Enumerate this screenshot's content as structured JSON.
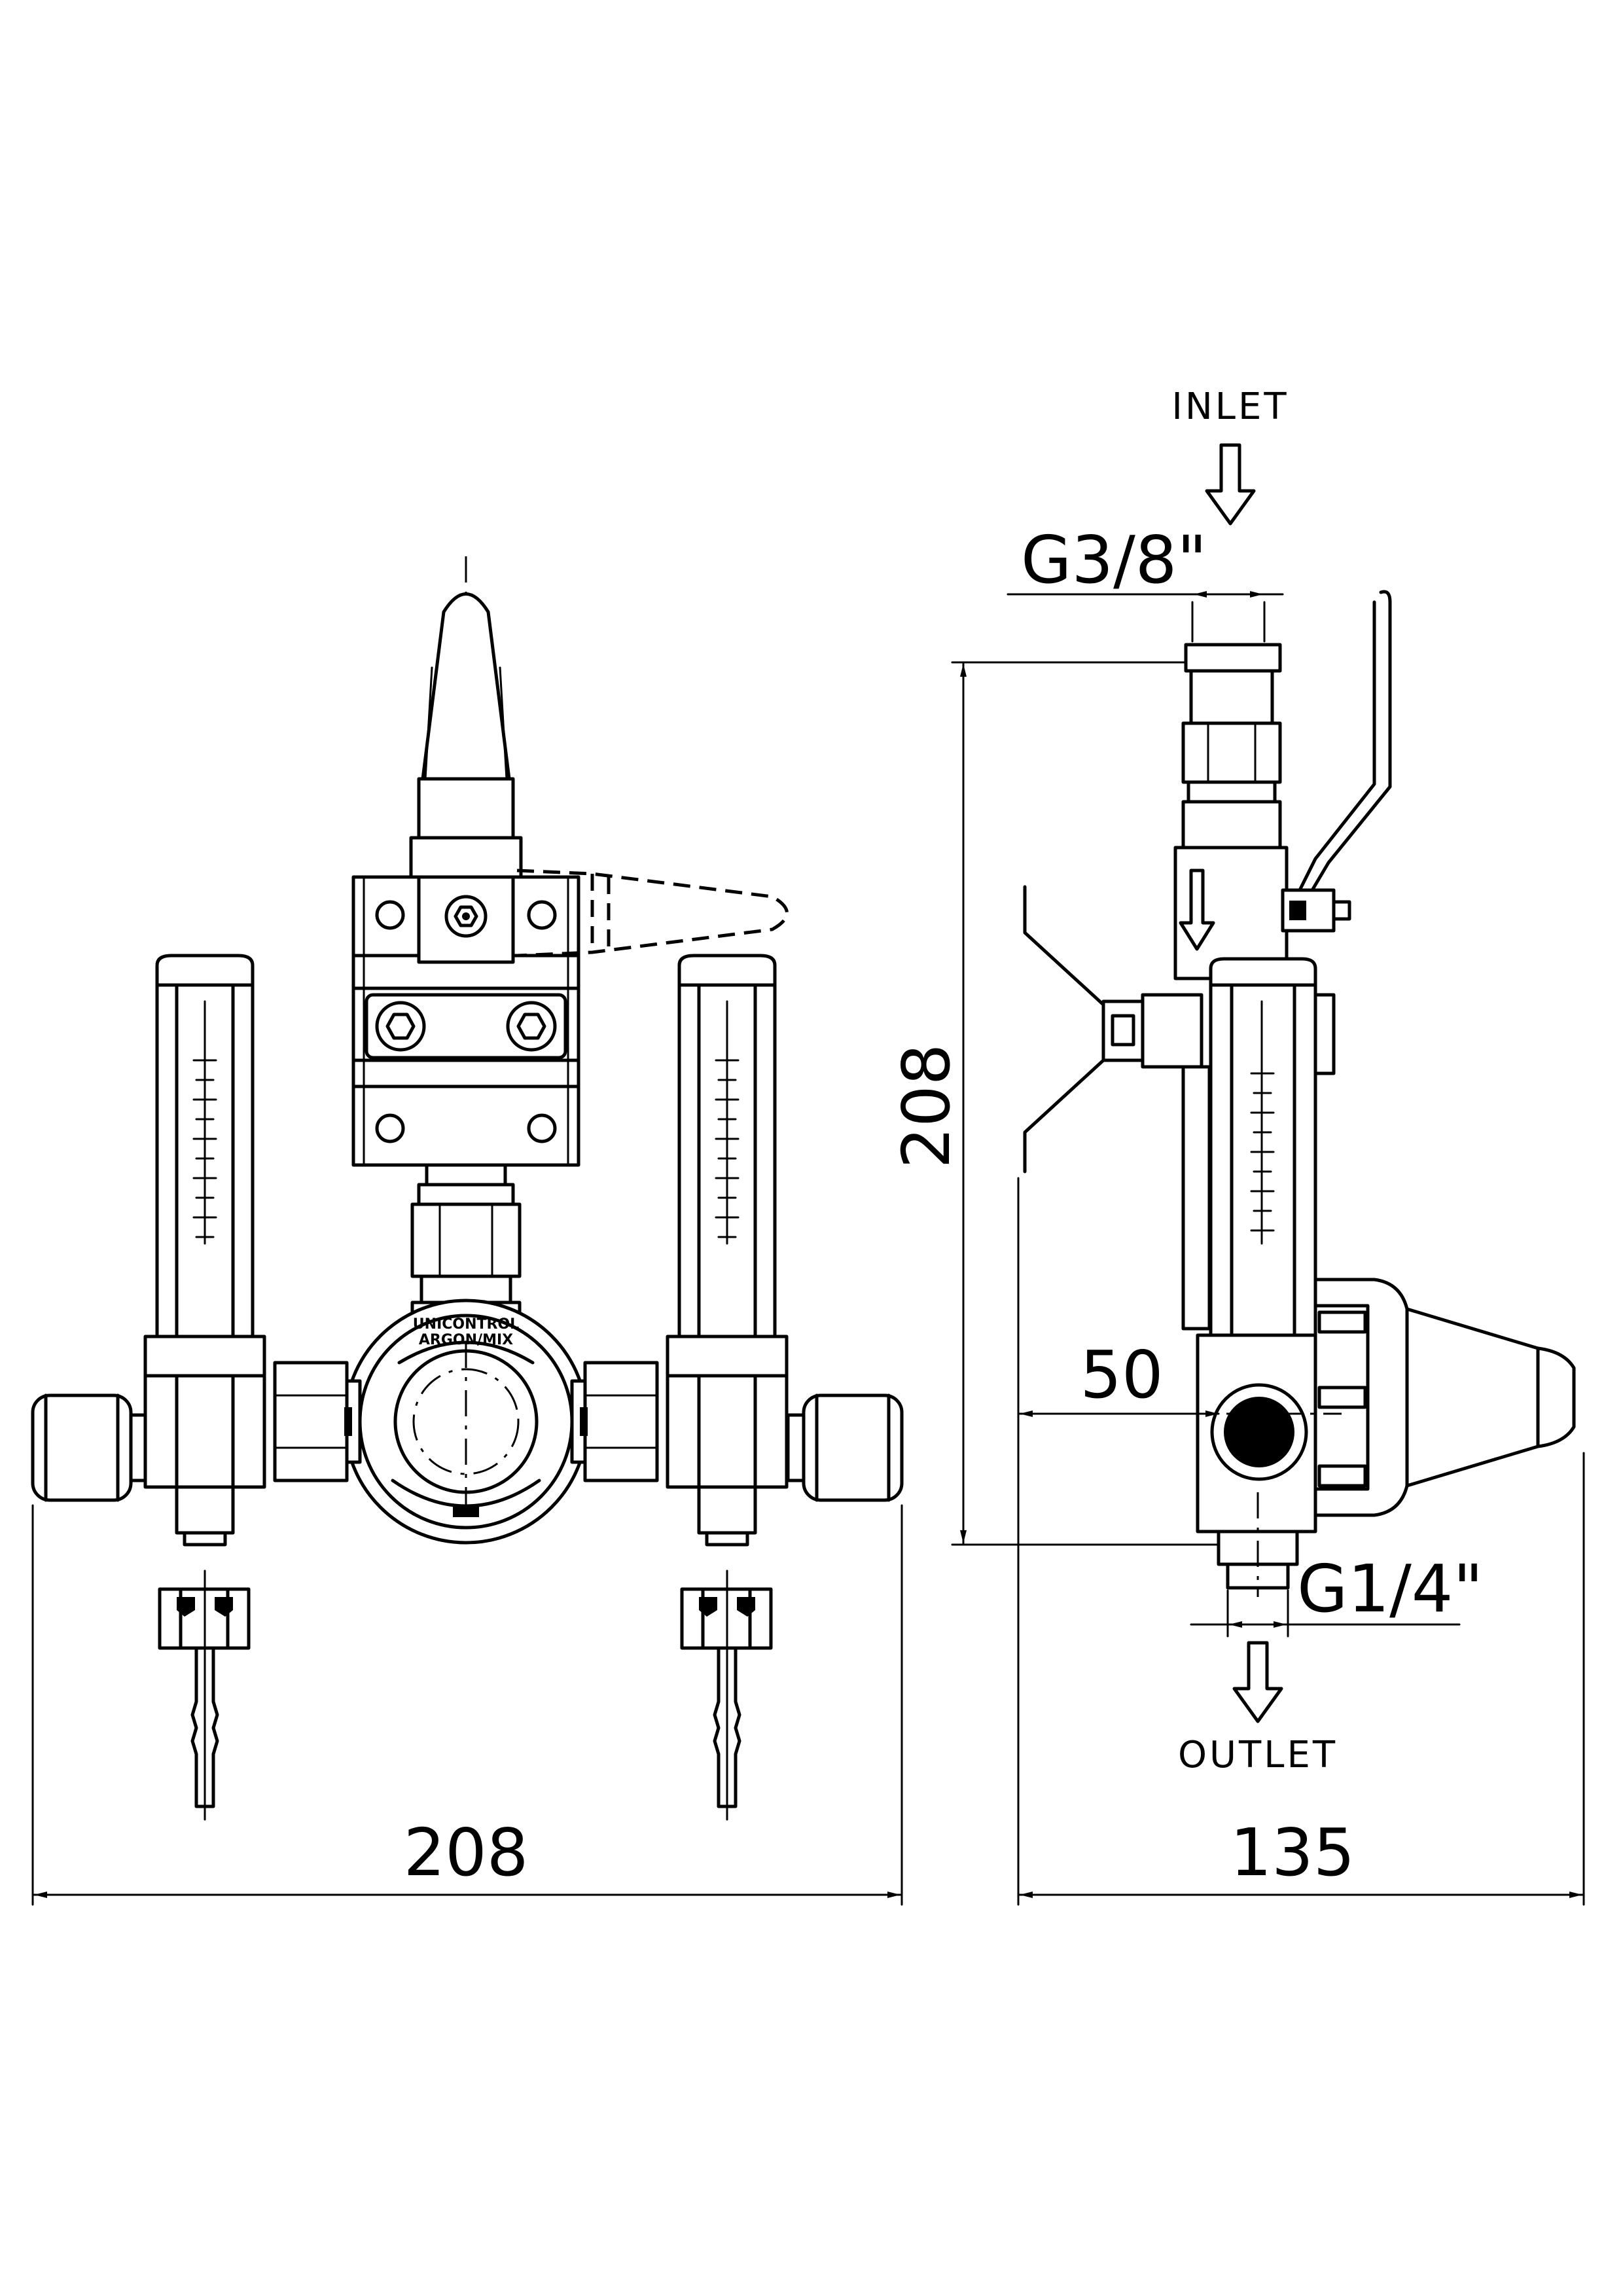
{
  "front_view": {
    "width_dimension": "208",
    "gauge_label_line1": "UNICONTROL",
    "gauge_label_line2": "ARGON/MIX"
  },
  "side_view": {
    "height_dimension": "208",
    "depth_dimension": "135",
    "offset_dimension": "50",
    "inlet_label": "INLET",
    "outlet_label": "OUTLET",
    "inlet_thread": "G3/8\"",
    "outlet_thread": "G1/4\""
  },
  "colors": {
    "line": "#000000",
    "background": "#ffffff"
  }
}
